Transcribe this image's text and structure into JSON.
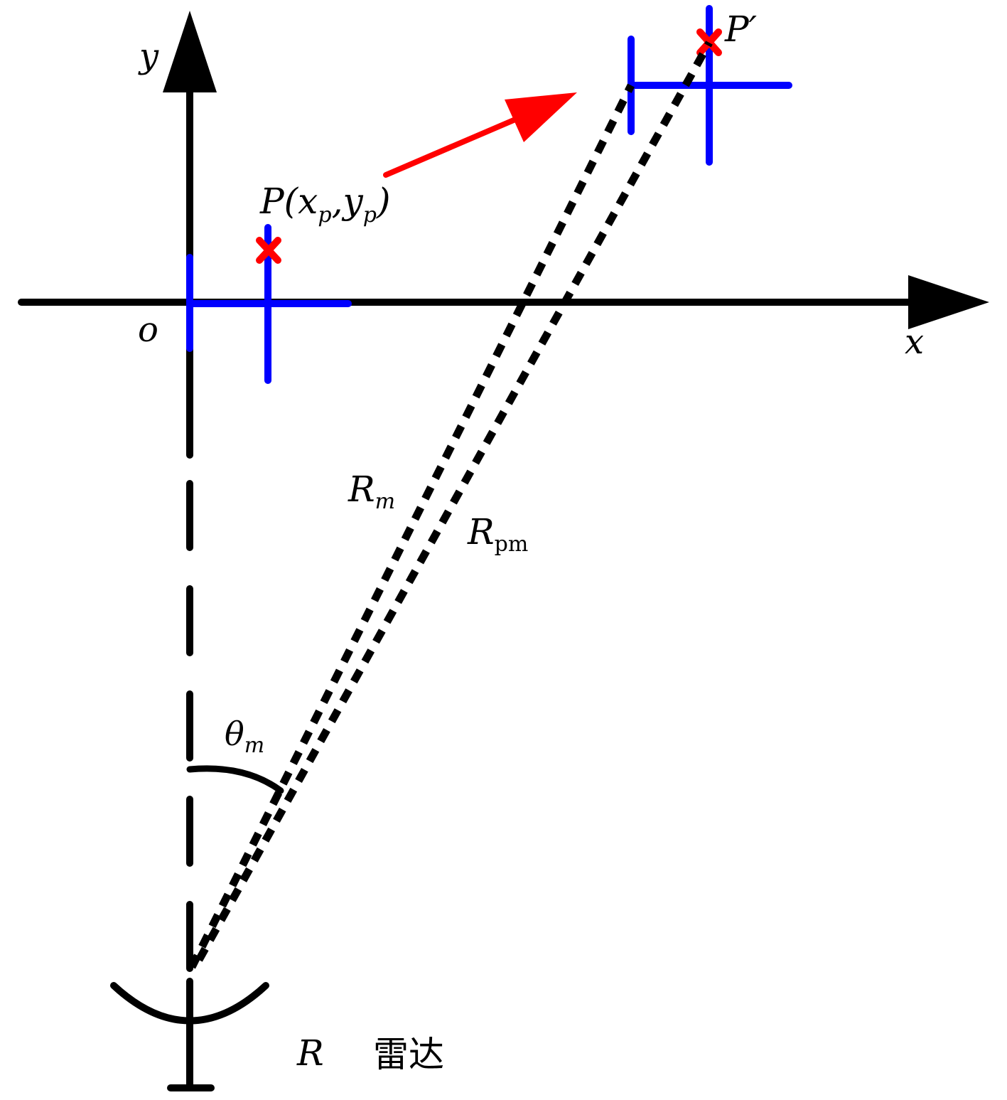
{
  "labels": {
    "y_axis": "y",
    "x_axis": "x",
    "origin": "o",
    "point_p": {
      "main": "P(x",
      "sub1": "p",
      "comma": ",y",
      "sub2": "p",
      "close": ")"
    },
    "point_p_prime": "P′",
    "range_m": {
      "main": "R",
      "sub": "m"
    },
    "range_pm": {
      "main": "R",
      "sub": "pm"
    },
    "angle": {
      "main": "θ",
      "sub": "m"
    },
    "radar_symbol": "R",
    "radar_name": "雷达"
  },
  "colors": {
    "axis": "#000000",
    "frame": "#0000ff",
    "point_marker": "#ff0000",
    "motion_arrow": "#ff0000",
    "range_lines": "#000000"
  },
  "icons": {
    "radar": "radar-dish-icon",
    "target_marker": "x-cross-icon",
    "motion": "arrow-icon"
  }
}
